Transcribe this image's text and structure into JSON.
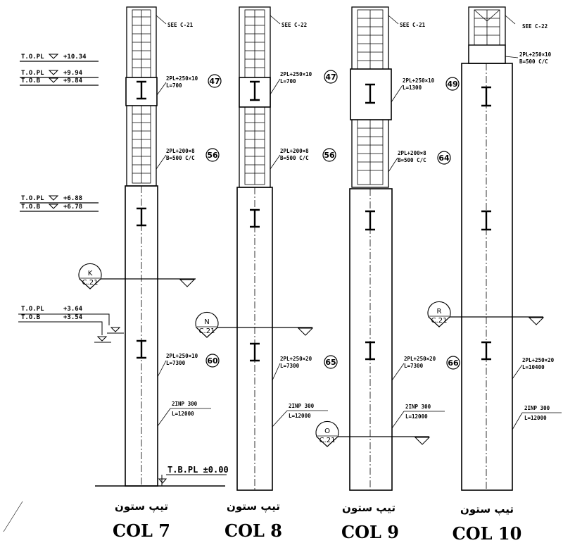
{
  "drawing": {
    "colors": {
      "ink": "#000000",
      "paper": "#ffffff"
    },
    "levels": [
      {
        "label": "T.O.PL",
        "value": "+10.34"
      },
      {
        "label": "T.O.PL",
        "value": "+9.94"
      },
      {
        "label": "T.O.B",
        "value": "+9.84"
      },
      {
        "label": "T.O.PL",
        "value": "+6.88"
      },
      {
        "label": "T.O.B",
        "value": "+6.78"
      },
      {
        "label": "T.O.PL",
        "value": "+3.64"
      },
      {
        "label": "T.O.B",
        "value": "+3.54"
      }
    ],
    "base_level": "T.B.PL ±0.00",
    "columns": [
      {
        "persian_label": "تیپ ستون",
        "name": "COL 7",
        "top_note": "SEE C-21",
        "upper_plate": {
          "note": "2PL+250×10",
          "length": "L=700",
          "marker": "47"
        },
        "lace_bar": {
          "note": "2PL+200×8",
          "spacing": "B=500 C/C",
          "marker": "56"
        },
        "lower_plate": {
          "note": "2PL+250×10",
          "length": "L=7300",
          "marker": "60"
        },
        "profile": {
          "note": "2INP 300",
          "length": "L=12000"
        },
        "section": {
          "letter": "K",
          "sheet": "C.21"
        }
      },
      {
        "persian_label": "تیپ ستون",
        "name": "COL 8",
        "top_note": "SEE C-22",
        "upper_plate": {
          "note": "2PL+250×10",
          "length": "L=700",
          "marker": "47"
        },
        "lace_bar": {
          "note": "2PL+200×8",
          "spacing": "B=500 C/C",
          "marker": "56"
        },
        "lower_plate": {
          "note": "2PL+250×20",
          "length": "L=7300",
          "marker": "65"
        },
        "profile": {
          "note": "2INP 300",
          "length": "L=12000"
        },
        "section": {
          "letter": "N",
          "sheet": "C.21"
        }
      },
      {
        "persian_label": "تیپ ستون",
        "name": "COL 9",
        "top_note": "SEE C-21",
        "upper_plate": {
          "note": "2PL+250×10",
          "length": "L=1300",
          "marker": "49"
        },
        "lace_bar": {
          "note": "2PL+200×8",
          "spacing": "B=500 C/C",
          "marker": "64"
        },
        "lower_plate": {
          "note": "2PL+250×20",
          "length": "L=7300",
          "marker": "66"
        },
        "profile": {
          "note": "2INP 300",
          "length": "L=12000"
        },
        "section": {
          "letter": "O",
          "sheet": "C.21"
        }
      },
      {
        "persian_label": "تیپ ستون",
        "name": "COL 10",
        "top_note": "SEE C-22",
        "upper_plate": {
          "note": "2PL+250×10",
          "spacing": "B=500 C/C"
        },
        "lower_plate": {
          "note": "2PL+250×20",
          "length": "L=10400"
        },
        "profile": {
          "note": "2INP 300",
          "length": "L=12000"
        },
        "section": {
          "letter": "R",
          "sheet": "C.21"
        }
      }
    ]
  }
}
